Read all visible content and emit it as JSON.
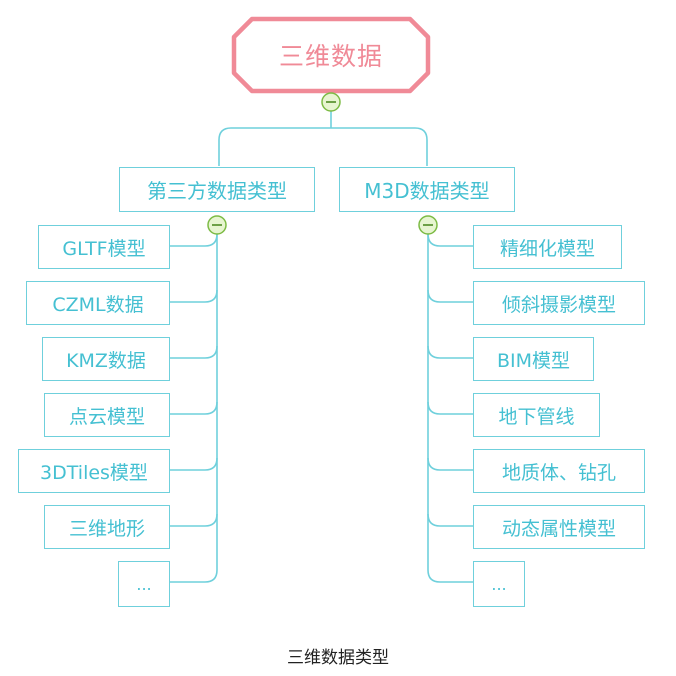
{
  "root": {
    "label": "三维数据"
  },
  "branches": [
    {
      "label": "第三方数据类型",
      "children": [
        "GLTF模型",
        "CZML数据",
        "KMZ数据",
        "点云模型",
        "3DTiles模型",
        "三维地形",
        "..."
      ]
    },
    {
      "label": "M3D数据类型",
      "children": [
        "精细化模型",
        "倾斜摄影模型",
        "BIM模型",
        "地下管线",
        "地质体、钻孔",
        "动态属性模型",
        "..."
      ]
    }
  ],
  "caption": "三维数据类型",
  "colors": {
    "root_border": "#f08a97",
    "root_text": "#f08a97",
    "node_border": "#6fd0dc",
    "node_text": "#45c0d2",
    "connector": "#6fd0dc",
    "collapse_fill": "#e7f5d0",
    "collapse_stroke": "#7dbb45"
  }
}
